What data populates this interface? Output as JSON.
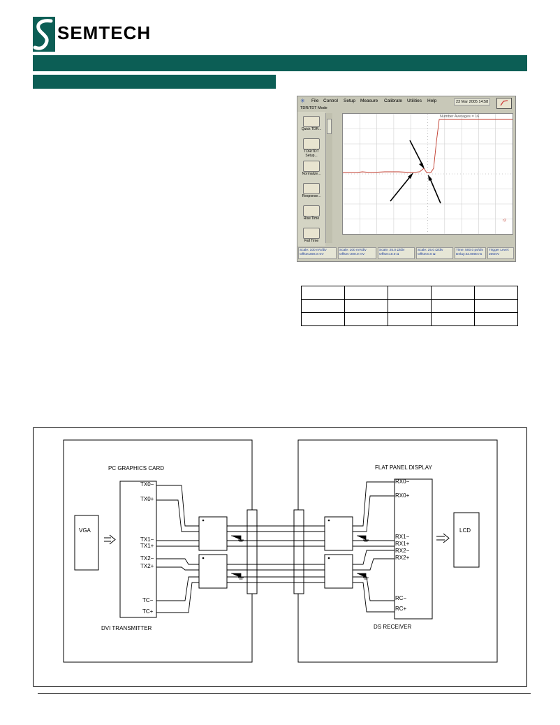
{
  "brand": {
    "name": "SEMTECH",
    "bar_color": "#0c5e55",
    "logo_color": "#0c5e55"
  },
  "scope": {
    "mode": "TDR/TDT Mode",
    "menu": [
      "File",
      "Control",
      "Setup",
      "Measure",
      "Calibrate",
      "Utilities",
      "Help"
    ],
    "datetime": "23 Mar 2005   14:58",
    "tools": [
      "Quick TDR...",
      "TDR/TDT Setup...",
      "Normalize...",
      "Response...",
      "Rise Time",
      "Fall Time"
    ],
    "averages": "Number Averages = 16",
    "marker": "r2",
    "status": [
      {
        "scale": "Scale: 100 mV/div",
        "offset": "Offset:200.0 mV"
      },
      {
        "scale": "Scale: 100 mV/div",
        "offset": "Offset:-200.0 mV"
      },
      {
        "scale": "Scale: 25.0 Ω/div",
        "offset": "Offset:10.0 Ω"
      },
      {
        "scale": "Scale: 25.0 Ω/div",
        "offset": "Offset:0.0 Ω"
      },
      {
        "scale": "Time: 500.0 ps/div",
        "offset": "Delay:42.0000 ns"
      },
      {
        "scale": "Trigger Level:",
        "offset": "200mV"
      }
    ]
  },
  "diagram": {
    "left_box_title": "PC GRAPHICS CARD",
    "left_box_caption": "DVI TRANSMITTER",
    "right_box_title": "FLAT PANEL DISPLAY",
    "right_box_caption": "DS RECEIVER",
    "source": "VGA",
    "sink": "LCD",
    "tx_pins": [
      "TX0−",
      "TX0+",
      "TX1−",
      "TX1+",
      "TX2−",
      "TX2+",
      "TC−",
      "TC+"
    ],
    "rx_pins": [
      "RX0−",
      "RX0+",
      "RX1−",
      "RX1+",
      "RX2−",
      "RX2+",
      "RC−",
      "RC+"
    ]
  }
}
